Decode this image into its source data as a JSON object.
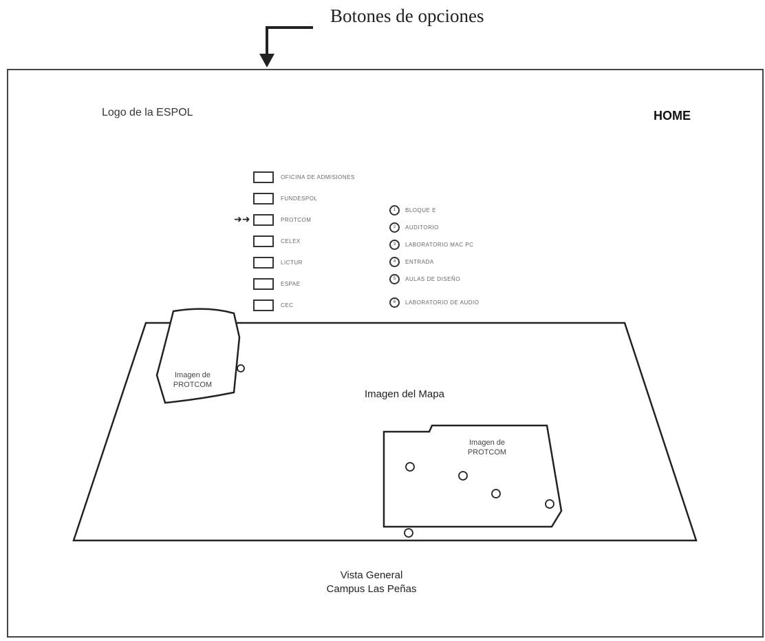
{
  "annotation": {
    "label": "Botones de opciones"
  },
  "header": {
    "logo_placeholder": "Logo de la ESPOL",
    "home_link": "HOME"
  },
  "menu": {
    "items": [
      {
        "label": "OFICINA DE ADMISIONES",
        "selected": false
      },
      {
        "label": "FUNDESPOL",
        "selected": false
      },
      {
        "label": "PROTCOM",
        "selected": true
      },
      {
        "label": "CELEX",
        "selected": false
      },
      {
        "label": "LICTUR",
        "selected": false
      },
      {
        "label": "ESPAE",
        "selected": false
      },
      {
        "label": "CEC",
        "selected": false
      }
    ]
  },
  "legend": {
    "items": [
      {
        "num": "1",
        "label": "BLOQUE E"
      },
      {
        "num": "2",
        "label": "AUDITORIO"
      },
      {
        "num": "3",
        "label": "LABORATORIO MAC PC"
      },
      {
        "num": "4",
        "label": "ENTRADA"
      },
      {
        "num": "5",
        "label": "AULAS DE DISEÑO"
      },
      {
        "num": "6",
        "label": "LABORATORIO DE AUDIO"
      }
    ]
  },
  "map": {
    "title": "Imagen del Mapa",
    "building_image_left": "Imagen de PROTCOM",
    "building_image_right": "Imagen de PROTCOM"
  },
  "footer": {
    "line1": "Vista General",
    "line2": "Campus Las Peñas"
  }
}
